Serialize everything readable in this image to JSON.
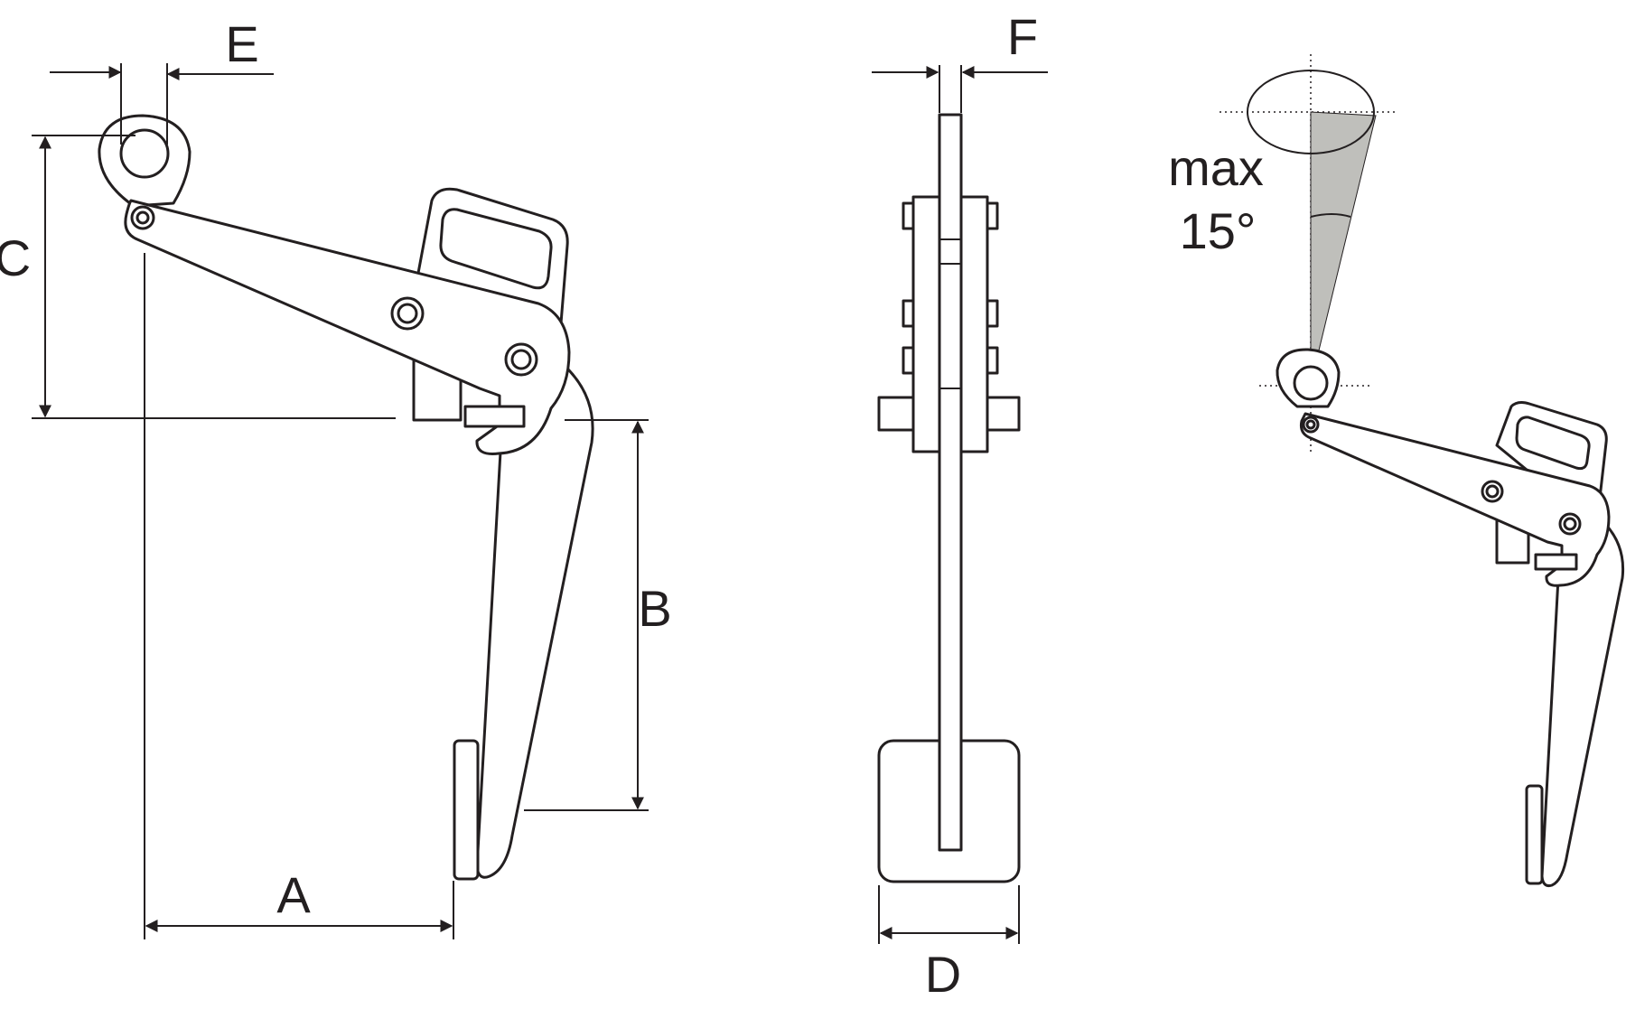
{
  "diagram": {
    "dimension_labels": {
      "a": "A",
      "b": "B",
      "c": "C",
      "d": "D",
      "e": "E",
      "f": "F"
    },
    "tilt_note": {
      "line1": "max",
      "line2": "15°"
    },
    "tilt_sector_color": "#bfbfbb",
    "line_color": "#231f20"
  }
}
